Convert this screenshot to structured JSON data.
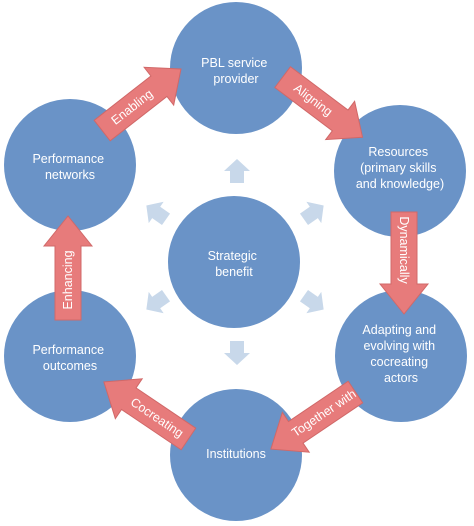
{
  "diagram": {
    "center": {
      "lines": [
        "Strategic",
        "benefit"
      ]
    },
    "nodes": [
      {
        "id": "pbl",
        "lines": [
          "PBL service",
          "provider"
        ]
      },
      {
        "id": "resources",
        "lines": [
          "Resources",
          "(primary skills",
          "and knowledge)"
        ]
      },
      {
        "id": "adapting",
        "lines": [
          "Adapting and",
          "evolving with",
          "cocreating",
          "actors"
        ]
      },
      {
        "id": "institutions",
        "lines": [
          "Institutions"
        ]
      },
      {
        "id": "outcomes",
        "lines": [
          "Performance",
          "outcomes"
        ]
      },
      {
        "id": "networks",
        "lines": [
          "Performance",
          "networks"
        ]
      }
    ],
    "arrows": [
      {
        "id": "enabling",
        "label": "Enabling"
      },
      {
        "id": "aligning",
        "label": "Aligning"
      },
      {
        "id": "dynamically",
        "label": "Dynamically"
      },
      {
        "id": "together-with",
        "label": "Together with"
      },
      {
        "id": "cocreating",
        "label": "Cocreating"
      },
      {
        "id": "enhancing",
        "label": "Enhancing"
      }
    ],
    "colors": {
      "circle": "#6a93c7",
      "arrow": "#e77b7b",
      "light_arrow": "#c8d8ea",
      "text": "#ffffff"
    }
  }
}
